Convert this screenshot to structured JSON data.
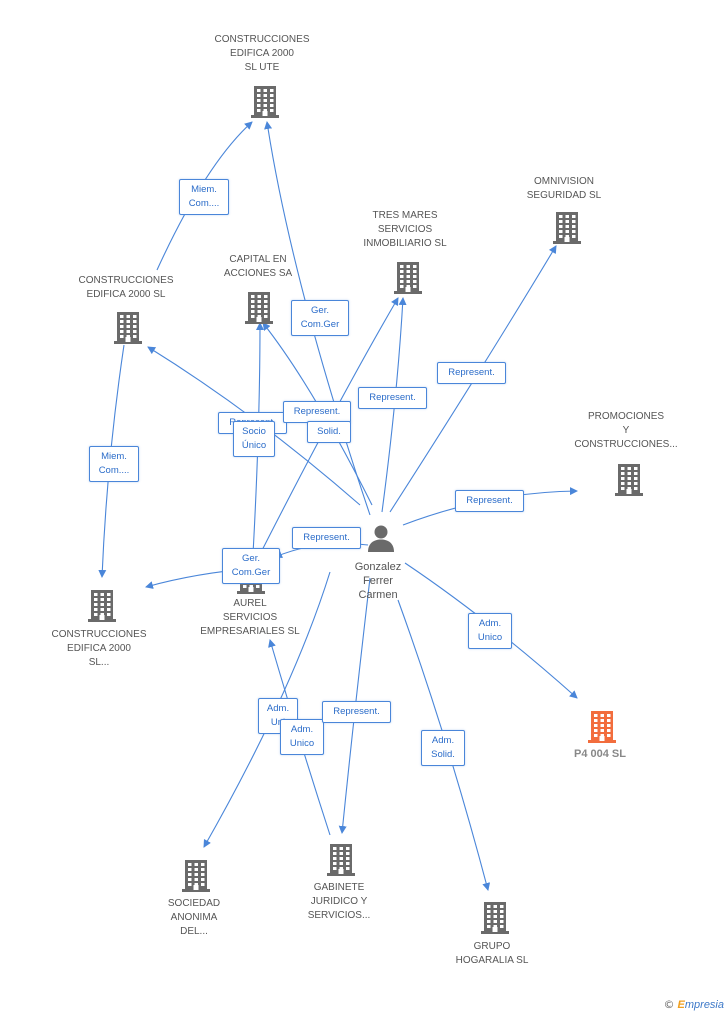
{
  "colors": {
    "accent": "#4a86d9",
    "building": "#6a6a6a",
    "highlight": "#f26d3d"
  },
  "center_person": {
    "name": "Gonzalez\nFerrer\nCarmen",
    "icon": "person-icon"
  },
  "companies": [
    {
      "id": "ute",
      "label": "CONSTRUCCIONES\nEDIFICA 2000\nSL UTE",
      "icon": "building-icon"
    },
    {
      "id": "omnivision",
      "label": "OMNIVISION\nSEGURIDAD SL",
      "icon": "building-icon"
    },
    {
      "id": "tresmares",
      "label": "TRES MARES\nSERVICIOS\nINMOBILIARIO SL",
      "icon": "building-icon"
    },
    {
      "id": "capital",
      "label": "CAPITAL EN\nACCIONES SA",
      "icon": "building-icon"
    },
    {
      "id": "edifica",
      "label": "CONSTRUCCIONES\nEDIFICA 2000 SL",
      "icon": "building-icon"
    },
    {
      "id": "promociones",
      "label": "PROMOCIONES\nY\nCONSTRUCCIONES...",
      "icon": "building-icon"
    },
    {
      "id": "edifica2",
      "label": "CONSTRUCCIONES\nEDIFICA 2000\nSL...",
      "icon": "building-icon"
    },
    {
      "id": "aurel",
      "label": "AUREL\nSERVICIOS\nEMPRESARIALES SL",
      "icon": "building-icon"
    },
    {
      "id": "p4",
      "label": "P4 004 SL",
      "icon": "building-icon",
      "highlight": true
    },
    {
      "id": "sociedad",
      "label": "SOCIEDAD\nANONIMA\nDEL...",
      "icon": "building-icon"
    },
    {
      "id": "gabinete",
      "label": "GABINETE\nJURIDICO Y\nSERVICIOS...",
      "icon": "building-icon"
    },
    {
      "id": "hogaralia",
      "label": "GRUPO\nHOGARALIA SL",
      "icon": "building-icon"
    }
  ],
  "relations": [
    {
      "id": "r0",
      "label": "Miem.\nCom...."
    },
    {
      "id": "r1",
      "label": "Ger.\nCom.Ger"
    },
    {
      "id": "r2",
      "label": "Represent."
    },
    {
      "id": "r3",
      "label": "Represent."
    },
    {
      "id": "r4",
      "label": "Represent."
    },
    {
      "id": "r5",
      "label": "Represent."
    },
    {
      "id": "r6",
      "label": "Solid."
    },
    {
      "id": "r7",
      "label": "Socio\nÚnico"
    },
    {
      "id": "r8",
      "label": "Miem.\nCom...."
    },
    {
      "id": "r9",
      "label": "Represent."
    },
    {
      "id": "r10",
      "label": "Represent."
    },
    {
      "id": "r11",
      "label": "Ger.\nCom.Ger"
    },
    {
      "id": "r12",
      "label": "Adm.\nUnico"
    },
    {
      "id": "r13",
      "label": "Adm.\nUni"
    },
    {
      "id": "r14",
      "label": "Adm.\nUnico"
    },
    {
      "id": "r15",
      "label": "Represent."
    },
    {
      "id": "r16",
      "label": "Adm.\nSolid."
    }
  ],
  "brand": {
    "copyright": "©",
    "e": "Ε",
    "rest": "mpresia"
  }
}
